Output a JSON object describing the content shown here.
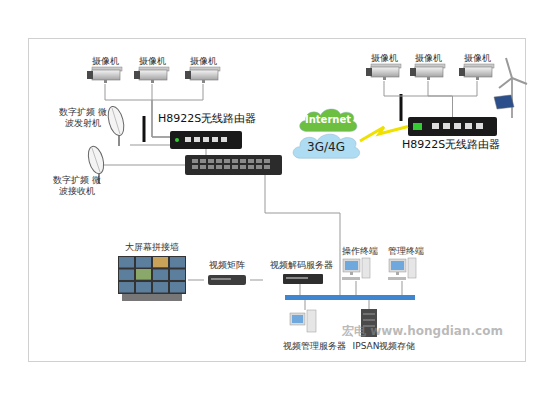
{
  "diagram": {
    "nodes": [
      {
        "text": [
          "摄像机"
        ]
      },
      {
        "text": [
          "摄像机"
        ]
      },
      {
        "text": [
          "摄像机"
        ]
      },
      {
        "text": [
          "摄像机"
        ]
      },
      {
        "text": [
          "摄像机"
        ]
      },
      {
        "text": [
          "摄像机"
        ]
      },
      {
        "text": [
          "数字扩频 微波发射机"
        ]
      },
      {
        "text": [
          "H8922S无线路由器"
        ]
      },
      {
        "text": [
          "Internet"
        ]
      },
      {
        "text": [
          "3G/4G"
        ]
      },
      {
        "text": [
          "H8922S无线路由器"
        ]
      },
      {
        "text": [
          "数字扩频 微波接收机"
        ]
      },
      {
        "text": [
          "大屏幕拼接墙"
        ]
      },
      {
        "text": [
          "视频矩阵"
        ]
      },
      {
        "text": [
          "视频解码服务器"
        ]
      },
      {
        "text": [
          "操作终端"
        ]
      },
      {
        "text": [
          "管理终端"
        ]
      },
      {
        "text": [
          "视频管理服务器"
        ]
      },
      {
        "text": [
          "IPSAN视频存储"
        ]
      }
    ],
    "edges": [
      {
        "from": 0,
        "to": 7,
        "arrow": "none"
      },
      {
        "from": 1,
        "to": 7,
        "arrow": "none"
      },
      {
        "from": 2,
        "to": 7,
        "arrow": "none"
      },
      {
        "from": 6,
        "to": 7,
        "arrow": "none"
      },
      {
        "from": 3,
        "to": 10,
        "arrow": "none"
      },
      {
        "from": 4,
        "to": 10,
        "arrow": "none"
      },
      {
        "from": 5,
        "to": 10,
        "arrow": "none"
      },
      {
        "from": 9,
        "to": 10,
        "arrow": "none"
      },
      {
        "from": 14,
        "to": 13,
        "arrow": "none"
      },
      {
        "from": 13,
        "to": 12,
        "arrow": "none"
      }
    ],
    "labels": [
      "宏电 www.hongdian.com"
    ]
  }
}
